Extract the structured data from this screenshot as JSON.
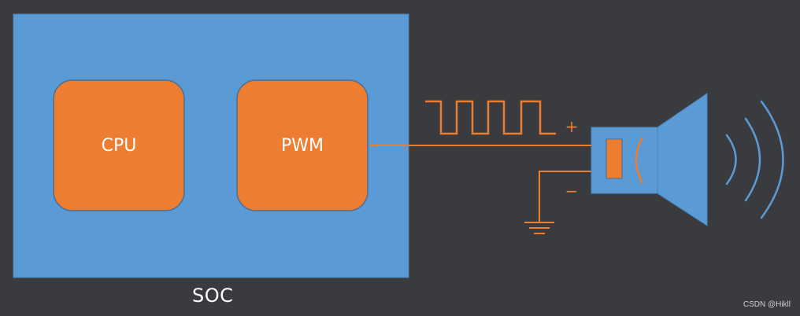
{
  "diagram": {
    "soc_label": "SOC",
    "cpu_label": "CPU",
    "pwm_label": "PWM",
    "plus_label": "+",
    "minus_label": "−",
    "watermark": "CSDN @Hikll"
  },
  "colors": {
    "background": "#3a3b3f",
    "soc_fill": "#5b9bd5",
    "block_fill": "#ed7d31",
    "wire": "#ed7d31",
    "speaker_fill": "#5b9bd5",
    "sound_waves": "#5b9bd5"
  },
  "icons": {
    "ground": "ground-symbol-icon",
    "speaker": "speaker-icon",
    "sound_waves": "sound-waves-icon",
    "pwm_signal": "square-wave-icon"
  }
}
